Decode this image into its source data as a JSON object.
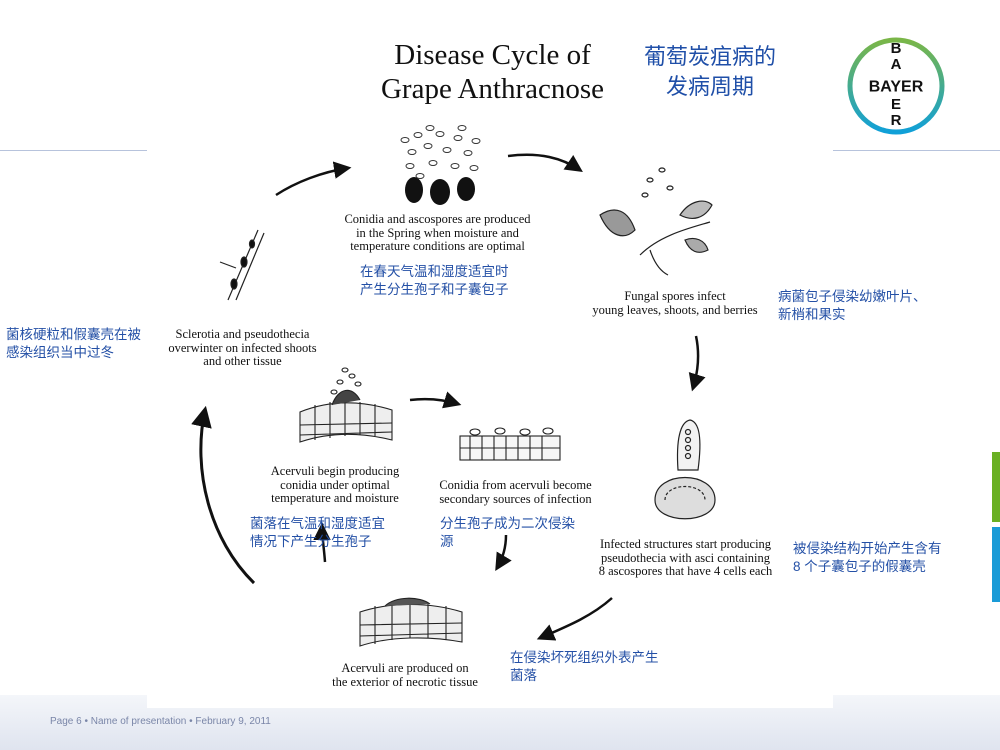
{
  "title_en": [
    "Disease Cycle of",
    "Grape Anthracnose"
  ],
  "title_cn": [
    "葡萄炭疽病的",
    "发病周期"
  ],
  "logo_letters": {
    "vertical": [
      "B",
      "A",
      "Y",
      "E",
      "R"
    ],
    "horizontal": "BAYER"
  },
  "stages": {
    "spring": [
      "Conidia and ascospores are produced",
      "in the Spring when moisture and",
      "temperature conditions are optimal"
    ],
    "infect": [
      "Fungal spores infect",
      "young leaves, shoots, and berries"
    ],
    "pseudo": [
      "Infected structures start producing",
      "pseudothecia with asci containing",
      "8 ascospores that have 4 cells each"
    ],
    "acervuli_ext": [
      "Acervuli are produced on",
      "the exterior of necrotic tissue"
    ],
    "acervuli_begin": [
      "Acervuli begin producing",
      "conidia under optimal",
      "temperature and moisture"
    ],
    "conidia_secondary": [
      "Conidia from acervuli become",
      "secondary sources of infection"
    ],
    "overwinter": [
      "Sclerotia and pseudothecia",
      "overwinter on infected shoots",
      "and other tissue"
    ]
  },
  "cn_labels": {
    "spring": [
      "在春天气温和湿度适宜时",
      "产生分生孢子和子囊包子"
    ],
    "infect": [
      "病菌包子侵染幼嫩叶片、",
      "新梢和果实"
    ],
    "pseudo": [
      "被侵染结构开始产生含有",
      "8 个子囊包子的假囊壳"
    ],
    "acervuli_ext": [
      "在侵染坏死组织外表产生",
      "菌落"
    ],
    "acervuli_begin": [
      "菌落在气温和湿度适宜",
      "情况下产生分生孢子"
    ],
    "conidia_secondary": [
      "分生孢子成为二次侵染",
      "源"
    ],
    "overwinter": [
      "菌核硬粒和假囊壳在被",
      "感染组织当中过冬"
    ]
  },
  "footer": "Page 6   • Name of presentation • February 9, 2011",
  "colors": {
    "accent_blue": "#2450a6",
    "side_green": "#6ab023",
    "side_blue": "#1a9bd7",
    "logo_green": "#7ab648",
    "logo_blue": "#10a0d8"
  }
}
